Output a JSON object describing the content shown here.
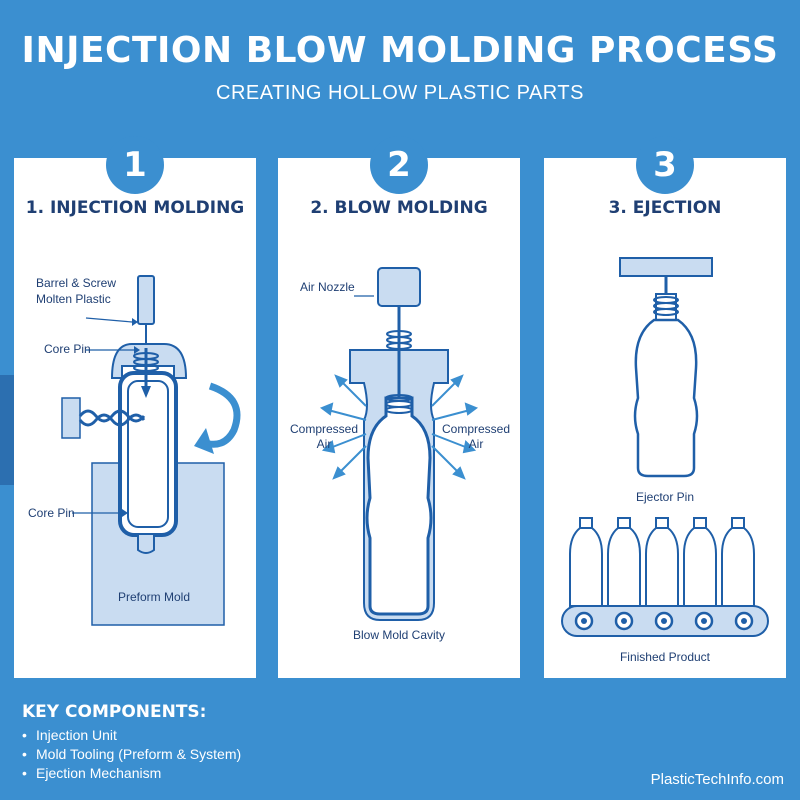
{
  "header": {
    "title": "INJECTION BLOW MOLDING PROCESS",
    "subtitle": "CREATING HOLLOW PLASTIC PARTS"
  },
  "colors": {
    "background": "#3b8fd0",
    "outline": "#1f5fa8",
    "fill_light": "#c9dcf1",
    "text_dark": "#1f3f73"
  },
  "steps": [
    {
      "number": "1",
      "title": "1. INJECTION MOLDING",
      "labels": {
        "barrel": "Barrel & Screw",
        "molten": "Molten Plastic",
        "core_pin_top": "Core Pin",
        "core_pin_bottom": "Core Pin",
        "mold": "Preform Mold"
      },
      "icons": [
        "rotation-arrow-icon",
        "screw-icon"
      ]
    },
    {
      "number": "2",
      "title": "2. BLOW MOLDING",
      "labels": {
        "nozzle": "Air Nozzle",
        "air_left": "Compressed Air",
        "air_right": "Compressed Air",
        "cavity": "Blow Mold Cavity"
      }
    },
    {
      "number": "3",
      "title": "3. EJECTION",
      "labels": {
        "ejector": "Ejector Pin",
        "product": "Finished Product"
      }
    }
  ],
  "key_components": {
    "title": "KEY COMPONENTS:",
    "items": [
      "Injection Unit",
      "Mold Tooling (Preform & System)",
      "Ejection Mechanism"
    ]
  },
  "credit": "PlasticTechInfo.com"
}
